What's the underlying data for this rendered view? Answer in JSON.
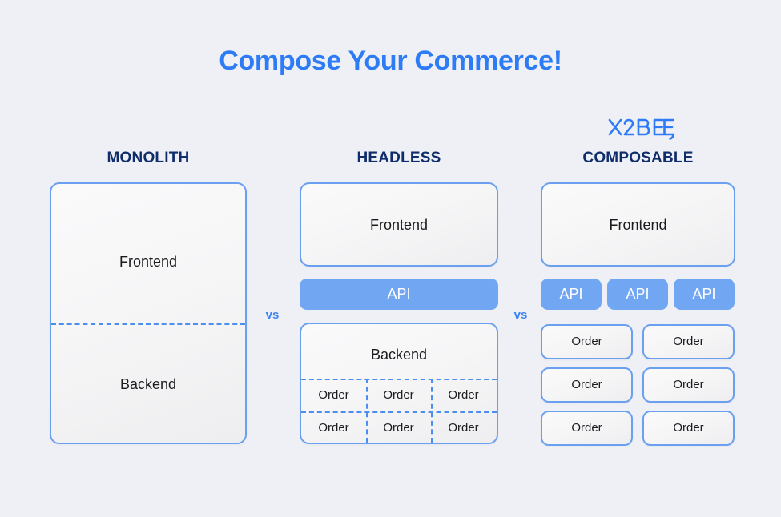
{
  "page": {
    "title": "Compose Your Commerce!",
    "background_color": "#eef0f5",
    "title_color": "#2e7bf6",
    "header_color": "#0f2d6b",
    "border_color": "#6b9ff0",
    "api_fill_color": "#71a6f2",
    "dashed_color": "#4b8ef0"
  },
  "logo": {
    "text": "X2BEE",
    "color": "#2e7bf6"
  },
  "separators": {
    "vs_one": "vs",
    "vs_two": "vs"
  },
  "columns": {
    "monolith": {
      "header": "MONOLITH",
      "frontend_label": "Frontend",
      "backend_label": "Backend"
    },
    "headless": {
      "header": "HEADLESS",
      "frontend_label": "Frontend",
      "api_label": "API",
      "backend_label": "Backend",
      "orders": [
        "Order",
        "Order",
        "Order",
        "Order",
        "Order",
        "Order"
      ]
    },
    "composable": {
      "header": "COMPOSABLE",
      "frontend_label": "Frontend",
      "apis": [
        "API",
        "API",
        "API"
      ],
      "orders": [
        "Order",
        "Order",
        "Order",
        "Order",
        "Order",
        "Order"
      ]
    }
  }
}
